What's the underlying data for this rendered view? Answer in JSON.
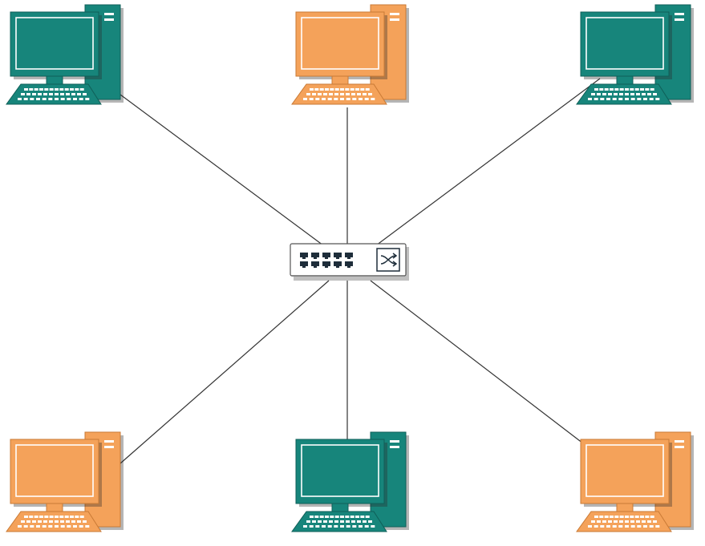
{
  "colors": {
    "teal": "#17857b",
    "teal_dark": "#0f5f58",
    "orange": "#f4a25a",
    "orange_dark": "#c97a35",
    "link": "#333333",
    "switch_body": "#ffffff",
    "switch_border": "#555555",
    "port": "#1e2d3a"
  },
  "diagram": {
    "hub": {
      "type": "network-switch",
      "icon": "network-switch-icon",
      "port_count": 10,
      "uplink_icon": "crossover-arrows-icon"
    },
    "nodes": [
      {
        "id": "computer-top-left",
        "icon": "desktop-computer-icon",
        "color": "teal"
      },
      {
        "id": "computer-top-center",
        "icon": "desktop-computer-icon",
        "color": "orange"
      },
      {
        "id": "computer-top-right",
        "icon": "desktop-computer-icon",
        "color": "teal"
      },
      {
        "id": "computer-bottom-left",
        "icon": "desktop-computer-icon",
        "color": "orange"
      },
      {
        "id": "computer-bottom-center",
        "icon": "desktop-computer-icon",
        "color": "teal"
      },
      {
        "id": "computer-bottom-right",
        "icon": "desktop-computer-icon",
        "color": "orange"
      }
    ],
    "links": [
      {
        "from": "computer-top-left",
        "to": "hub"
      },
      {
        "from": "computer-top-center",
        "to": "hub"
      },
      {
        "from": "computer-top-right",
        "to": "hub"
      },
      {
        "from": "computer-bottom-left",
        "to": "hub"
      },
      {
        "from": "computer-bottom-center",
        "to": "hub"
      },
      {
        "from": "computer-bottom-right",
        "to": "hub"
      }
    ]
  }
}
